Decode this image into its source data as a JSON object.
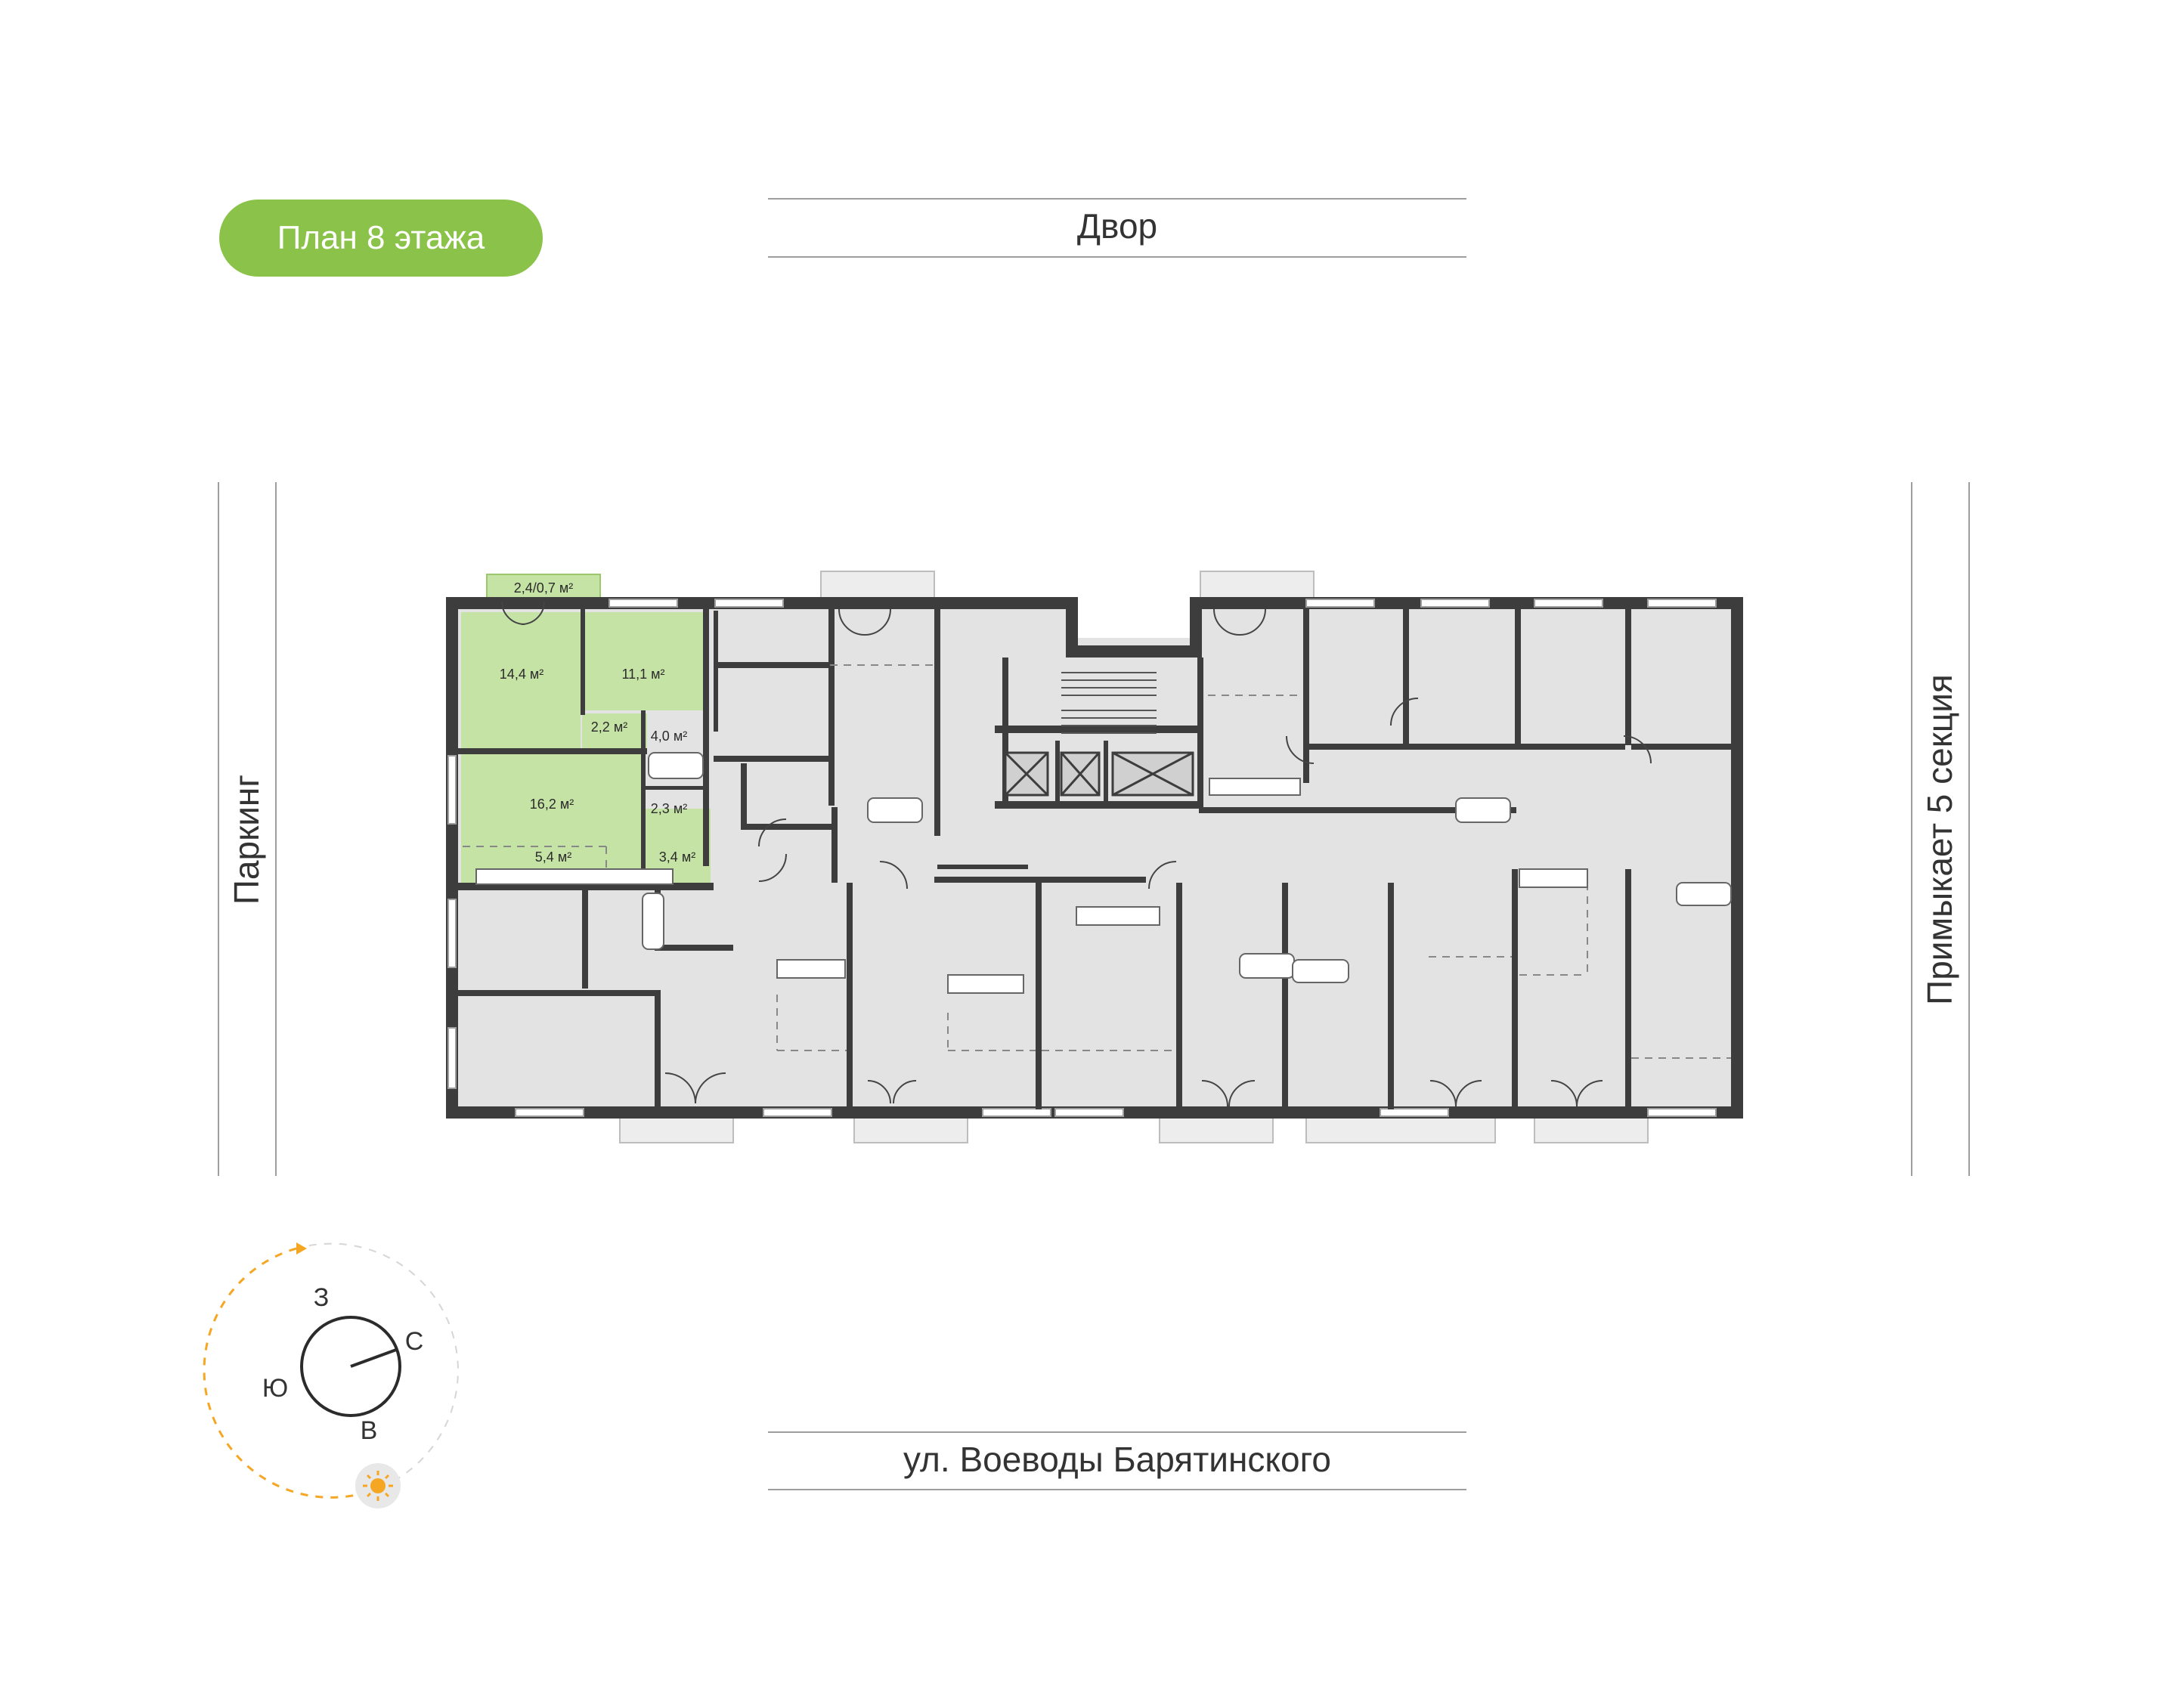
{
  "floor_badge": "План 8 этажа",
  "labels": {
    "top": "Двор",
    "bottom": "ул. Воеводы Барятинского",
    "left": "Паркинг",
    "right": "Примыкает 5 секция"
  },
  "compass": {
    "north": "С",
    "south": "Ю",
    "east": "В",
    "west": "З"
  },
  "apartment_areas": {
    "balcony": "2,4/0,7 м²",
    "room_1": "14,4 м²",
    "room_2": "11,1 м²",
    "hall_1": "2,2 м²",
    "bath_1": "4,0 м²",
    "living": "16,2 м²",
    "bath_2": "2,3 м²",
    "kitchen": "5,4 м²",
    "hall_2": "3,4 м²"
  },
  "colors": {
    "accent": "#8bc34a",
    "highlight_fill": "#c5e3a5",
    "room_fill": "#e3e3e3",
    "wall": "#3d3d3d",
    "line": "#9e9e9e",
    "sun_path": "#f5a623"
  },
  "icons": [
    "sun-icon",
    "compass-icon"
  ]
}
